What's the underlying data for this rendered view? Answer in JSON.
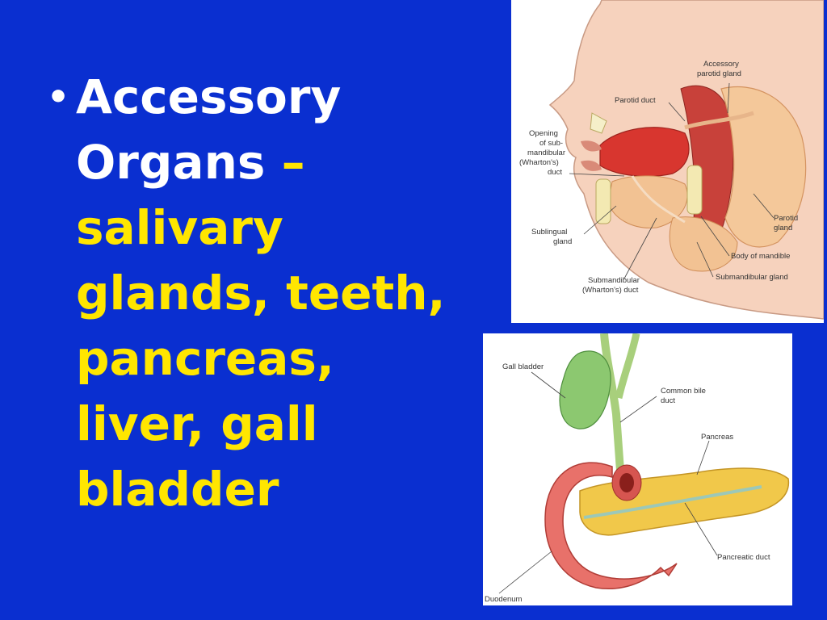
{
  "slide": {
    "bullet": "•",
    "line1": "Accessory",
    "line2a": "Organs",
    "line2b": " –",
    "line3": "salivary",
    "line4": "glands, teeth,",
    "line5": "pancreas,",
    "line6": "liver, gall",
    "line7": "bladder"
  },
  "figure_salivary": {
    "labels": {
      "accessory_parotid_1": "Accessory",
      "accessory_parotid_2": "parotid gland",
      "parotid_duct": "Parotid duct",
      "opening_1": "Opening",
      "opening_2": "of sub-",
      "opening_3": "mandibular",
      "opening_4": "(Wharton's)",
      "opening_5": "duct",
      "sublingual_1": "Sublingual",
      "sublingual_2": "gland",
      "parotid_1": "Parotid",
      "parotid_2": "gland",
      "body_mandible": "Body of mandible",
      "submandibular_gland": "Submandibular gland",
      "submandibular_duct_1": "Submandibular",
      "submandibular_duct_2": "(Wharton's) duct"
    }
  },
  "figure_pancreas": {
    "labels": {
      "gall_bladder": "Gall bladder",
      "common_bile_1": "Common bile",
      "common_bile_2": "duct",
      "pancreas": "Pancreas",
      "pancreatic_duct": "Pancreatic duct",
      "duodenum": "Duodenum"
    }
  },
  "colors": {
    "background": "#0a2fd0",
    "primary_text": "#ffffff",
    "highlight_text": "#ffe600"
  }
}
